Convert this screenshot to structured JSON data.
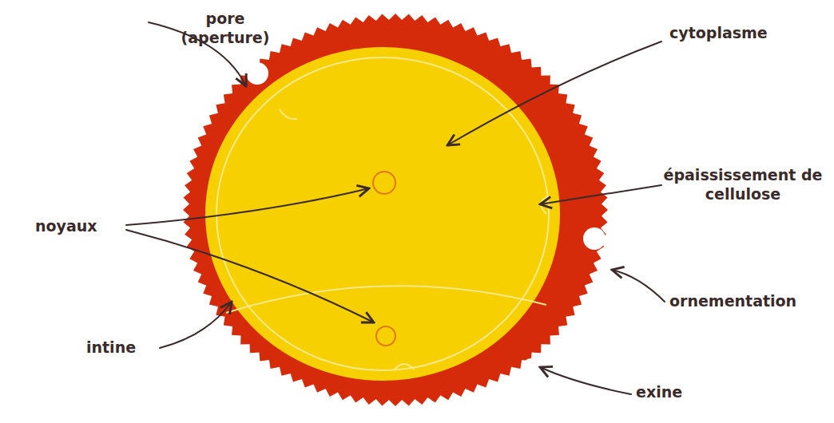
{
  "diagram": {
    "labels": [
      "pore (aperture)",
      "cytoplasme",
      "noyaux",
      "épaississement de cellulose",
      "intine",
      "ornementation",
      "exine"
    ]
  }
}
